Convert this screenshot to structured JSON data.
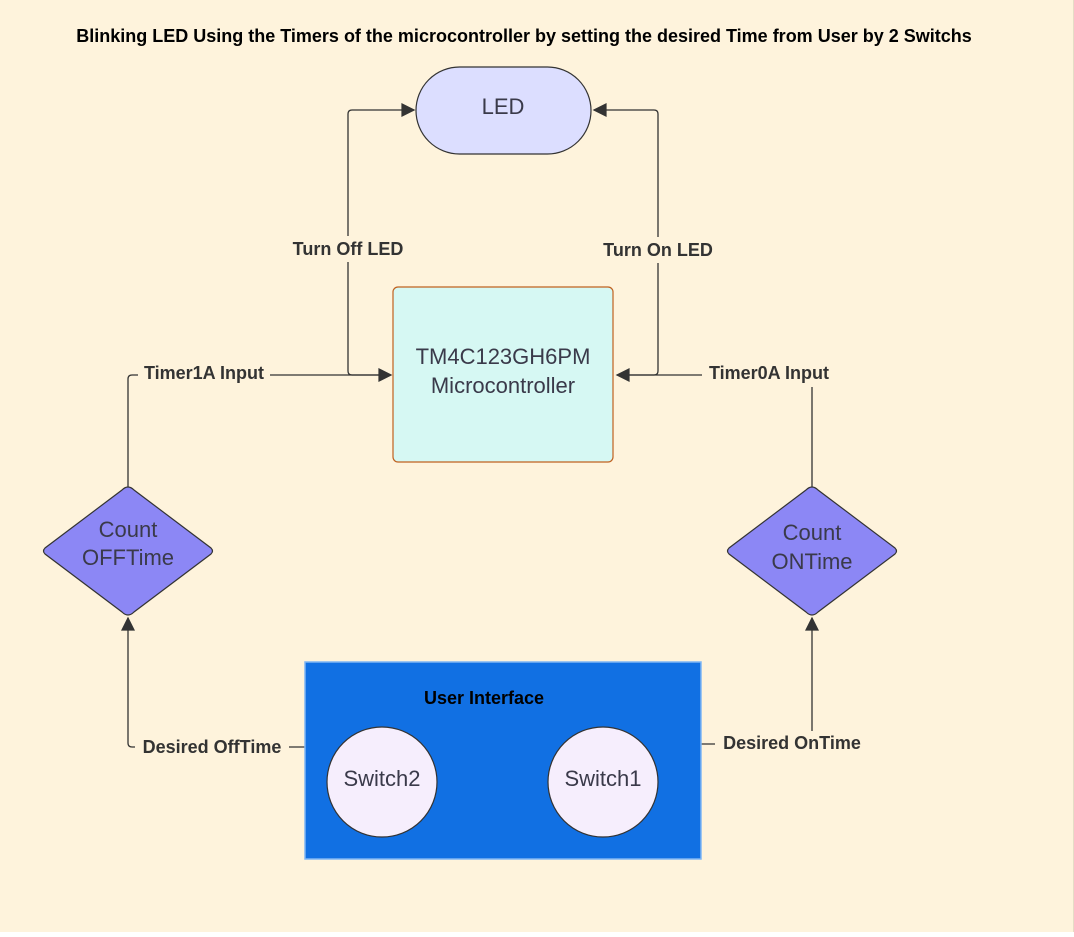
{
  "title": "Blinking LED Using the Timers of the microcontroller by setting the desired Time from User by 2 Switchs",
  "colors": {
    "background": "#fef3dc",
    "led_fill": "#dcdeff",
    "mcu_fill": "#d6f8f3",
    "mcu_border": "#c0611f",
    "diamond_fill": "#8c87f5",
    "ui_fill": "#1170e3",
    "ui_border": "#7fb6f5",
    "switch_fill": "#f6eefd",
    "line": "#333333"
  },
  "nodes": {
    "led": {
      "label": "LED"
    },
    "mcu": {
      "line1": "TM4C123GH6PM",
      "line2": "Microcontroller"
    },
    "count_off": {
      "line1": "Count",
      "line2": "OFFTime"
    },
    "count_on": {
      "line1": "Count",
      "line2": "ONTime"
    },
    "user_interface": {
      "label": "User Interface"
    },
    "switch2": {
      "label": "Switch2"
    },
    "switch1": {
      "label": "Switch1"
    }
  },
  "edges": {
    "turn_off_led": "Turn Off LED",
    "turn_on_led": "Turn On LED",
    "timer1a_input": "Timer1A Input",
    "timer0a_input": "Timer0A Input",
    "desired_offtime": "Desired OffTime",
    "desired_ontime": "Desired OnTime"
  }
}
